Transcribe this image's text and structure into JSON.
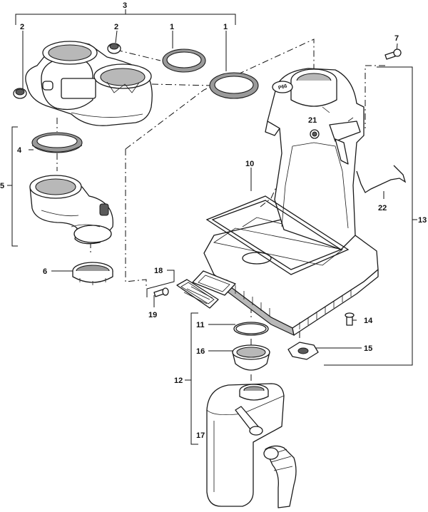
{
  "callouts": {
    "c3": "3",
    "c2a": "2",
    "c2b": "2",
    "c1a": "1",
    "c1b": "1",
    "c7": "7",
    "c4": "4",
    "c5": "5",
    "c6": "6",
    "c21": "21",
    "c10": "10",
    "c22": "22",
    "c13": "13",
    "c18": "18",
    "c19": "19",
    "c14": "14",
    "c11": "11",
    "c16": "16",
    "c15": "15",
    "c12": "12",
    "c17": "17"
  },
  "stamp_text": "P66"
}
